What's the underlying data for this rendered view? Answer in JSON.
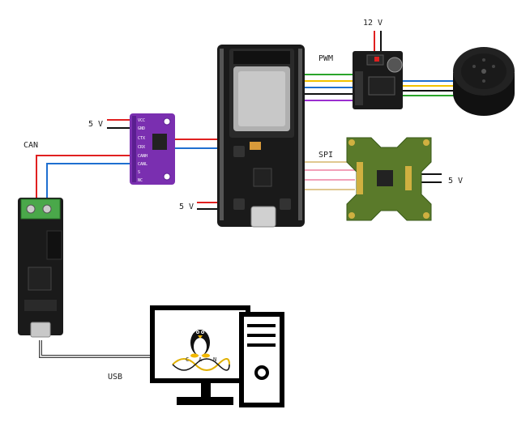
{
  "labels": {
    "can": "CAN",
    "usb": "USB",
    "pwm": "PWM",
    "spi": "SPI",
    "v12": "12 V",
    "v5_transceiver": "5 V",
    "v5_esp32": "5 V",
    "v5_sensor": "5 V"
  },
  "transceiver_pins": [
    "VCC",
    "GND",
    "CTX",
    "CRX",
    "CANH",
    "CANL",
    "S",
    "NC"
  ],
  "computer_logo_letters": [
    "C",
    "A",
    "N"
  ],
  "colors": {
    "wire_red": "#e02020",
    "wire_blue": "#1f6fd0",
    "wire_black": "#111111",
    "wire_yellow": "#f2c200",
    "wire_purple": "#9b2fd0",
    "wire_green": "#2aa52a",
    "wire_pink": "#f2a0b8",
    "wire_tan": "#e0c890",
    "purple_board": "#7a2fb0",
    "green_board": "#5a7a2a"
  }
}
